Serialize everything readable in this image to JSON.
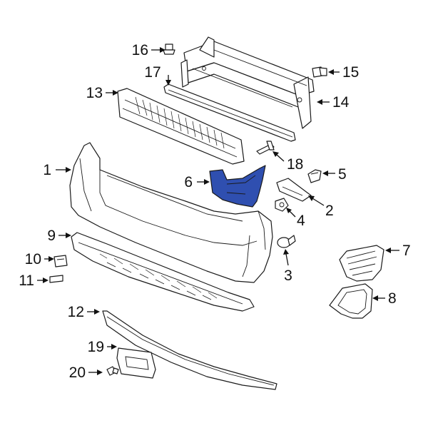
{
  "diagram": {
    "highlight_color": "#2f4fb0",
    "line_color": "#1a1a1a",
    "callouts": [
      {
        "id": "c1",
        "label": "1"
      },
      {
        "id": "c2",
        "label": "2"
      },
      {
        "id": "c3",
        "label": "3"
      },
      {
        "id": "c4",
        "label": "4"
      },
      {
        "id": "c5",
        "label": "5"
      },
      {
        "id": "c6",
        "label": "6"
      },
      {
        "id": "c7",
        "label": "7"
      },
      {
        "id": "c8",
        "label": "8"
      },
      {
        "id": "c9",
        "label": "9"
      },
      {
        "id": "c10",
        "label": "10"
      },
      {
        "id": "c11",
        "label": "11"
      },
      {
        "id": "c12",
        "label": "12"
      },
      {
        "id": "c13",
        "label": "13"
      },
      {
        "id": "c14",
        "label": "14"
      },
      {
        "id": "c15",
        "label": "15"
      },
      {
        "id": "c16",
        "label": "16"
      },
      {
        "id": "c17",
        "label": "17"
      },
      {
        "id": "c18",
        "label": "18"
      },
      {
        "id": "c19",
        "label": "19"
      },
      {
        "id": "c20",
        "label": "20"
      }
    ]
  }
}
